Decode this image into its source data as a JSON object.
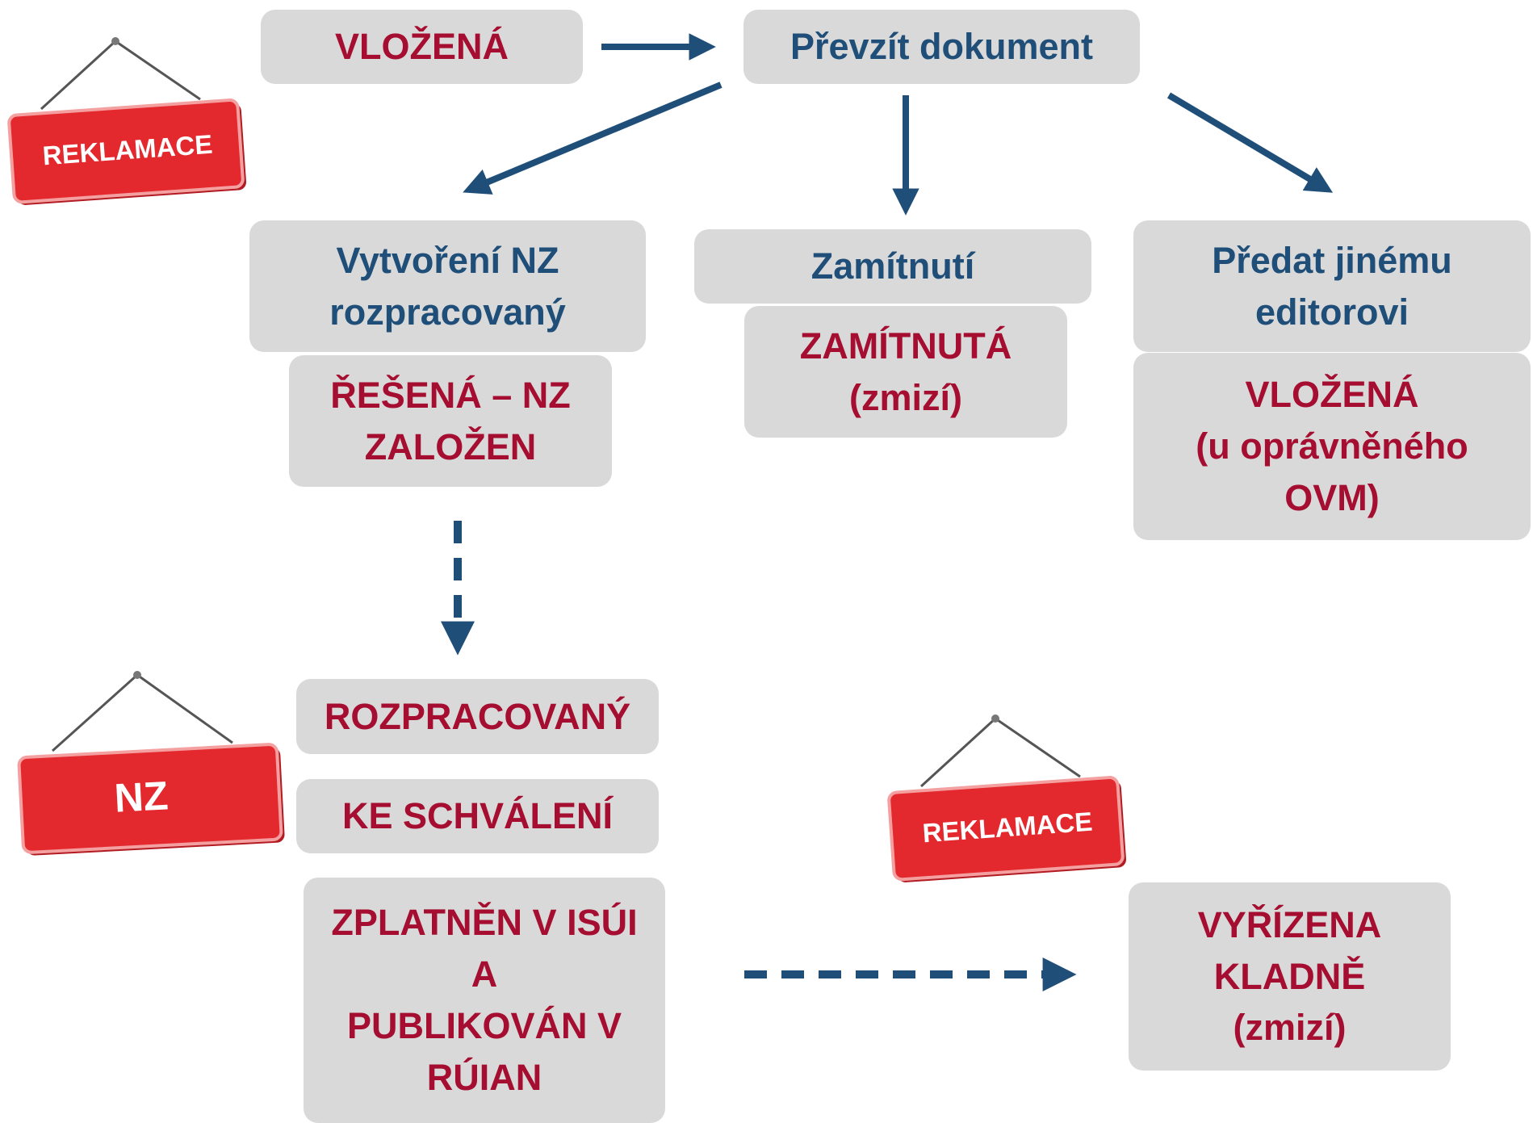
{
  "boxes": {
    "vlozena_top": "VLOŽENÁ",
    "prevzit": "Převzít dokument",
    "vytvoreni": [
      "Vytvoření NZ",
      "rozpracovaný"
    ],
    "resena": [
      "ŘEŠENÁ – NZ",
      "ZALOŽEN"
    ],
    "zamitnuti": "Zamítnutí",
    "zamitnuta": [
      "ZAMÍTNUTÁ",
      "(zmizí)"
    ],
    "predat": [
      "Předat jinému",
      "editorovi"
    ],
    "vlozena_ovm": [
      "VLOŽENÁ",
      "(u oprávněného",
      "OVM)"
    ],
    "rozpracovany": "ROZPRACOVANÝ",
    "ke_schvaleni": "KE SCHVÁLENÍ",
    "zplatnen": [
      "ZPLATNĚN V ISÚI",
      "A",
      "PUBLIKOVÁN V",
      "RÚIAN"
    ],
    "vyrizena": [
      "VYŘÍZENA",
      "KLADNĚ",
      "(zmizí)"
    ]
  },
  "signs": {
    "reklamace_top": "REKLAMACE",
    "nz": "NZ",
    "reklamace_bottom": "REKLAMACE"
  },
  "colors": {
    "box_background": "#d9d9d9",
    "action_text": "#1f4e79",
    "state_text": "#a50e30",
    "arrow": "#1f4e79",
    "sign_red": "#e3292e"
  }
}
